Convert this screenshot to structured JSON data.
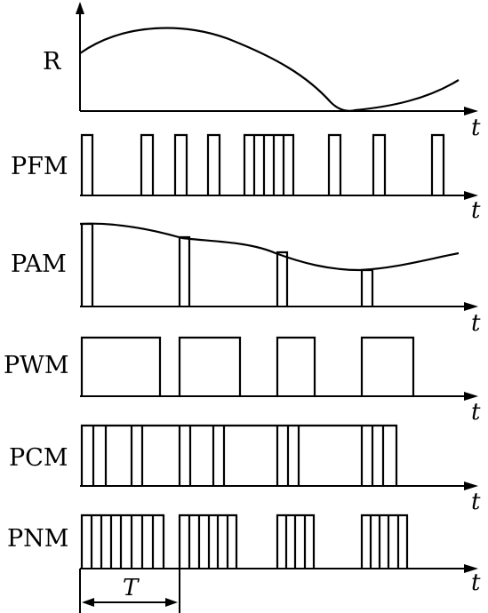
{
  "rows": [
    {
      "id": "R",
      "label": "R",
      "axis_label": "t"
    },
    {
      "id": "PFM",
      "label": "PFM",
      "axis_label": "t"
    },
    {
      "id": "PAM",
      "label": "PAM",
      "axis_label": "t"
    },
    {
      "id": "PWM",
      "label": "PWM",
      "axis_label": "t"
    },
    {
      "id": "PCM",
      "label": "PCM",
      "axis_label": "t"
    },
    {
      "id": "PNM",
      "label": "PNM",
      "axis_label": "t"
    }
  ],
  "period_label": "T"
}
